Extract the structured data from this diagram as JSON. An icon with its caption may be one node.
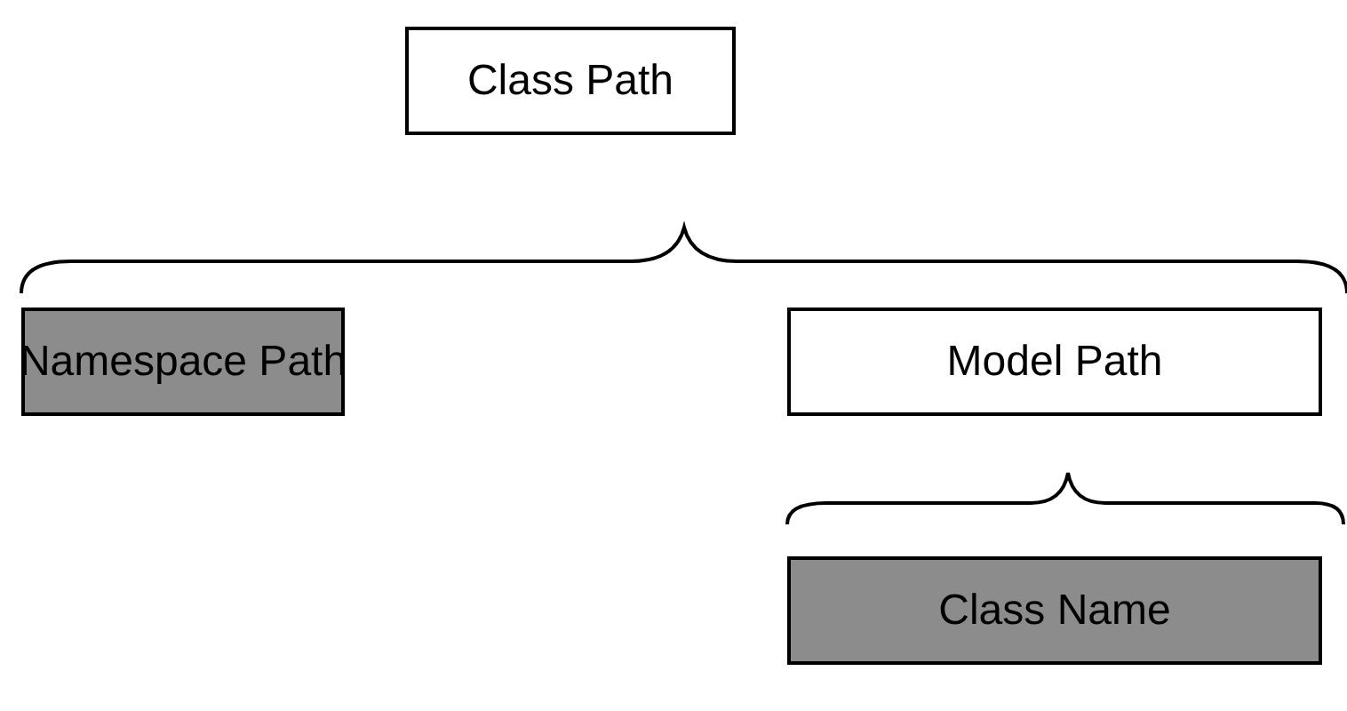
{
  "diagram": {
    "nodes": [
      {
        "text": [
          "Class Path"
        ]
      },
      {
        "text": [
          "Namespace Path"
        ]
      },
      {
        "text": [
          "Model Path"
        ]
      },
      {
        "text": [
          "Class Name"
        ]
      }
    ]
  }
}
